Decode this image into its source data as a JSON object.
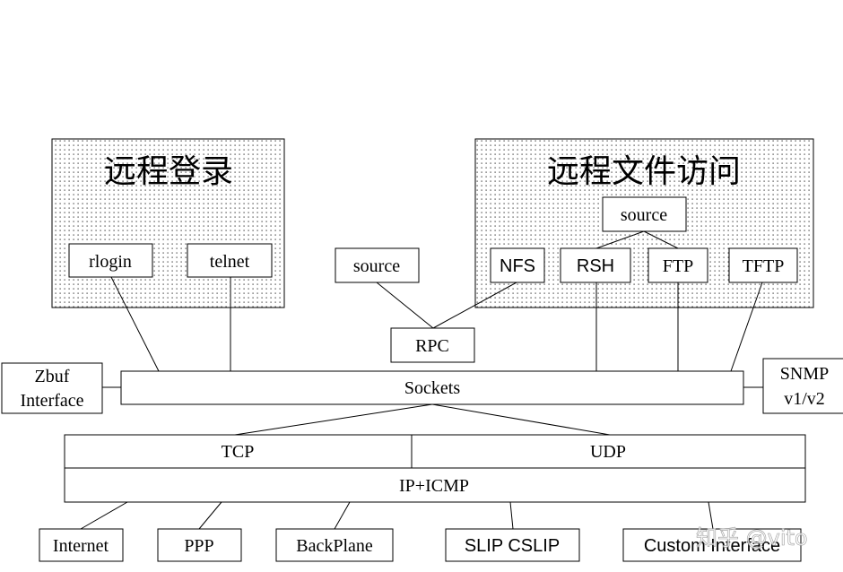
{
  "groups": {
    "remote_login": {
      "title": "远程登录"
    },
    "remote_file_access": {
      "title": "远程文件访问"
    }
  },
  "nodes": {
    "rlogin": "rlogin",
    "telnet": "telnet",
    "source_rpc": "source",
    "source_rsh": "source",
    "nfs": "NFS",
    "rsh": "RSH",
    "ftp": "FTP",
    "tftp": "TFTP",
    "rpc": "RPC",
    "zbuf": [
      "Zbuf",
      "Interface"
    ],
    "sockets": "Sockets",
    "snmp": [
      "SNMP",
      "v1/v2"
    ],
    "tcp": "TCP",
    "udp": "UDP",
    "ip": "IP+ICMP",
    "internet": "Internet",
    "ppp": "PPP",
    "backplane": "BackPlane",
    "slip": "SLIP CSLIP",
    "custom": "Custom Interface"
  },
  "watermark": "知乎 @vito"
}
